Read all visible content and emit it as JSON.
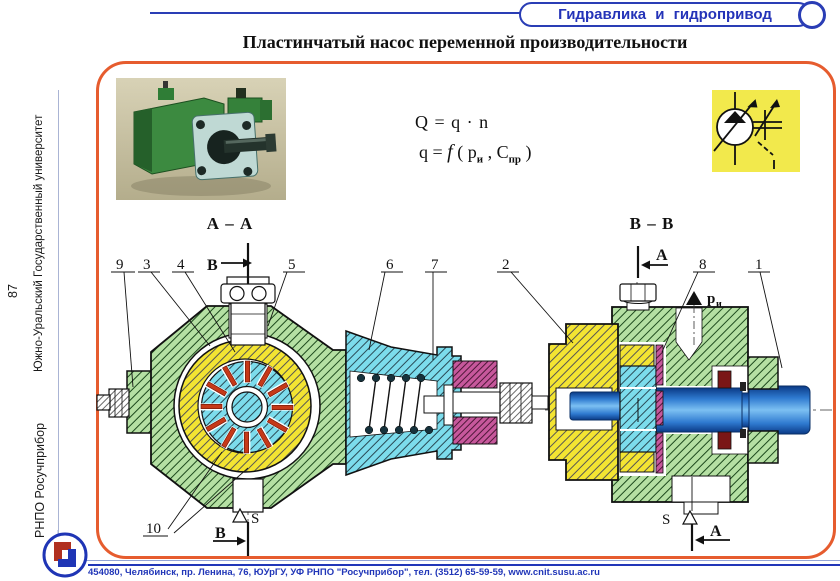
{
  "header": {
    "title": "Гидравлика и гидропривод"
  },
  "slide": {
    "title": "Пластинчатый насос переменной производительности"
  },
  "sidebar": {
    "org": "РНПО Росучприбор",
    "university": "Южно-Уральский Государственный университет",
    "page_number": "87"
  },
  "footer": {
    "address": "454080, Челябинск, пр. Ленина, 76, ЮУрГУ, УФ РНПО \"Росучприбор\", тел. (3512) 65-59-59, www.cnit.susu.ac.ru"
  },
  "formulas": {
    "line1": "Q = q · n",
    "line2": {
      "lhs": "q = ",
      "func": "f",
      "p1": " ( p",
      "s1": "и",
      "p2": " , C",
      "s2": "пр",
      "p3": " )"
    }
  },
  "diagrams": {
    "left": {
      "title": "А – А",
      "callouts": {
        "c9": "9",
        "c3": "3",
        "c4": "4",
        "c5": "5",
        "c6": "6",
        "c7": "7",
        "c10": "10"
      },
      "marks": {
        "section_top": "В",
        "section_bottom": "В",
        "drain": "S"
      }
    },
    "right": {
      "title": "В – В",
      "callouts": {
        "c2": "2",
        "c8": "8",
        "c1": "1"
      },
      "marks": {
        "section_top": "А",
        "section_bottom": "А",
        "drain": "S",
        "pressure": "p",
        "pressure_sub": "и"
      }
    }
  },
  "symbol": {
    "meaning": "variable-displacement-pump"
  },
  "colors": {
    "frame_blue": "#2a3db5",
    "border_orange": "#e65c2e",
    "housing_green": "#b5e0a3",
    "stator_yellow": "#f3e432",
    "rotor_cyan": "#7cdcec",
    "seal_magenta": "#c7589c",
    "shaft_blue": "#2f7ad0",
    "vane_red": "#c63918",
    "symbol_bg": "#f2e94c"
  }
}
